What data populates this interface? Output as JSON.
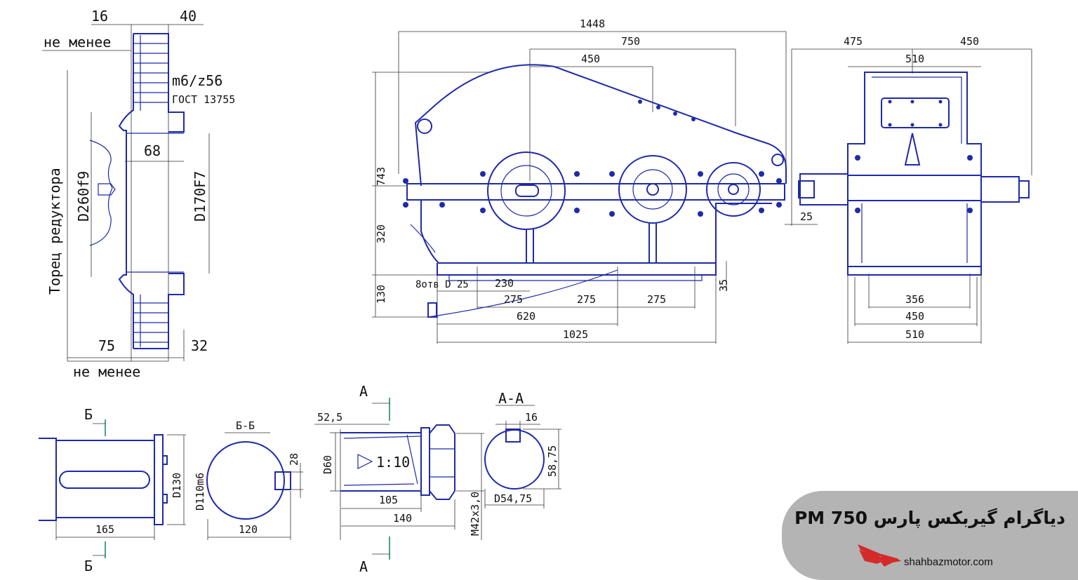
{
  "colors": {
    "drawing": "#1f2aa8",
    "section_mark": "#1a8a6a",
    "badge_bg": "#b4b4b4",
    "logo": "#d42a2a"
  },
  "coupling": {
    "d16": "16",
    "d40": "40",
    "min_top": "не менее",
    "spline": "m6/z56",
    "gost": "ГОСТ 13755",
    "d68": "68",
    "d260": "D260f9",
    "d170": "D170F7",
    "face_label": "Торец редуктора",
    "d75": "75",
    "d32": "32",
    "min_bottom": "не менее"
  },
  "front": {
    "d1448": "1448",
    "d750": "750",
    "d450": "450",
    "d743": "743",
    "d320": "320",
    "d130": "130",
    "holes": "8отв D 25",
    "d230": "230",
    "d275a": "275",
    "d275b": "275",
    "d275c": "275",
    "d620": "620",
    "d1025": "1025",
    "d35": "35"
  },
  "side": {
    "d475": "475",
    "d450t": "450",
    "d510t": "510",
    "d25": "25",
    "d356": "356",
    "d450b": "450",
    "d510b": "510"
  },
  "shaftB": {
    "mark_top": "Б",
    "mark_bottom": "Б",
    "d130": "D130",
    "d165": "165"
  },
  "sectionB": {
    "title": "Б-Б",
    "d110": "D110m6",
    "d28": "28",
    "d120": "120"
  },
  "shaftA": {
    "mark_top": "А",
    "mark_bottom": "А",
    "d52": "52,5",
    "d60": "D60",
    "taper": "1:10",
    "d105": "105",
    "d140": "140",
    "thread": "M42х3,0"
  },
  "sectionA": {
    "title": "А-А",
    "d16": "16",
    "d58": "58,75",
    "d54": "D54,75"
  },
  "badge": {
    "title": "دیاگرام گیربکس پارس PM 750",
    "site": "shahbazmotor.com"
  }
}
